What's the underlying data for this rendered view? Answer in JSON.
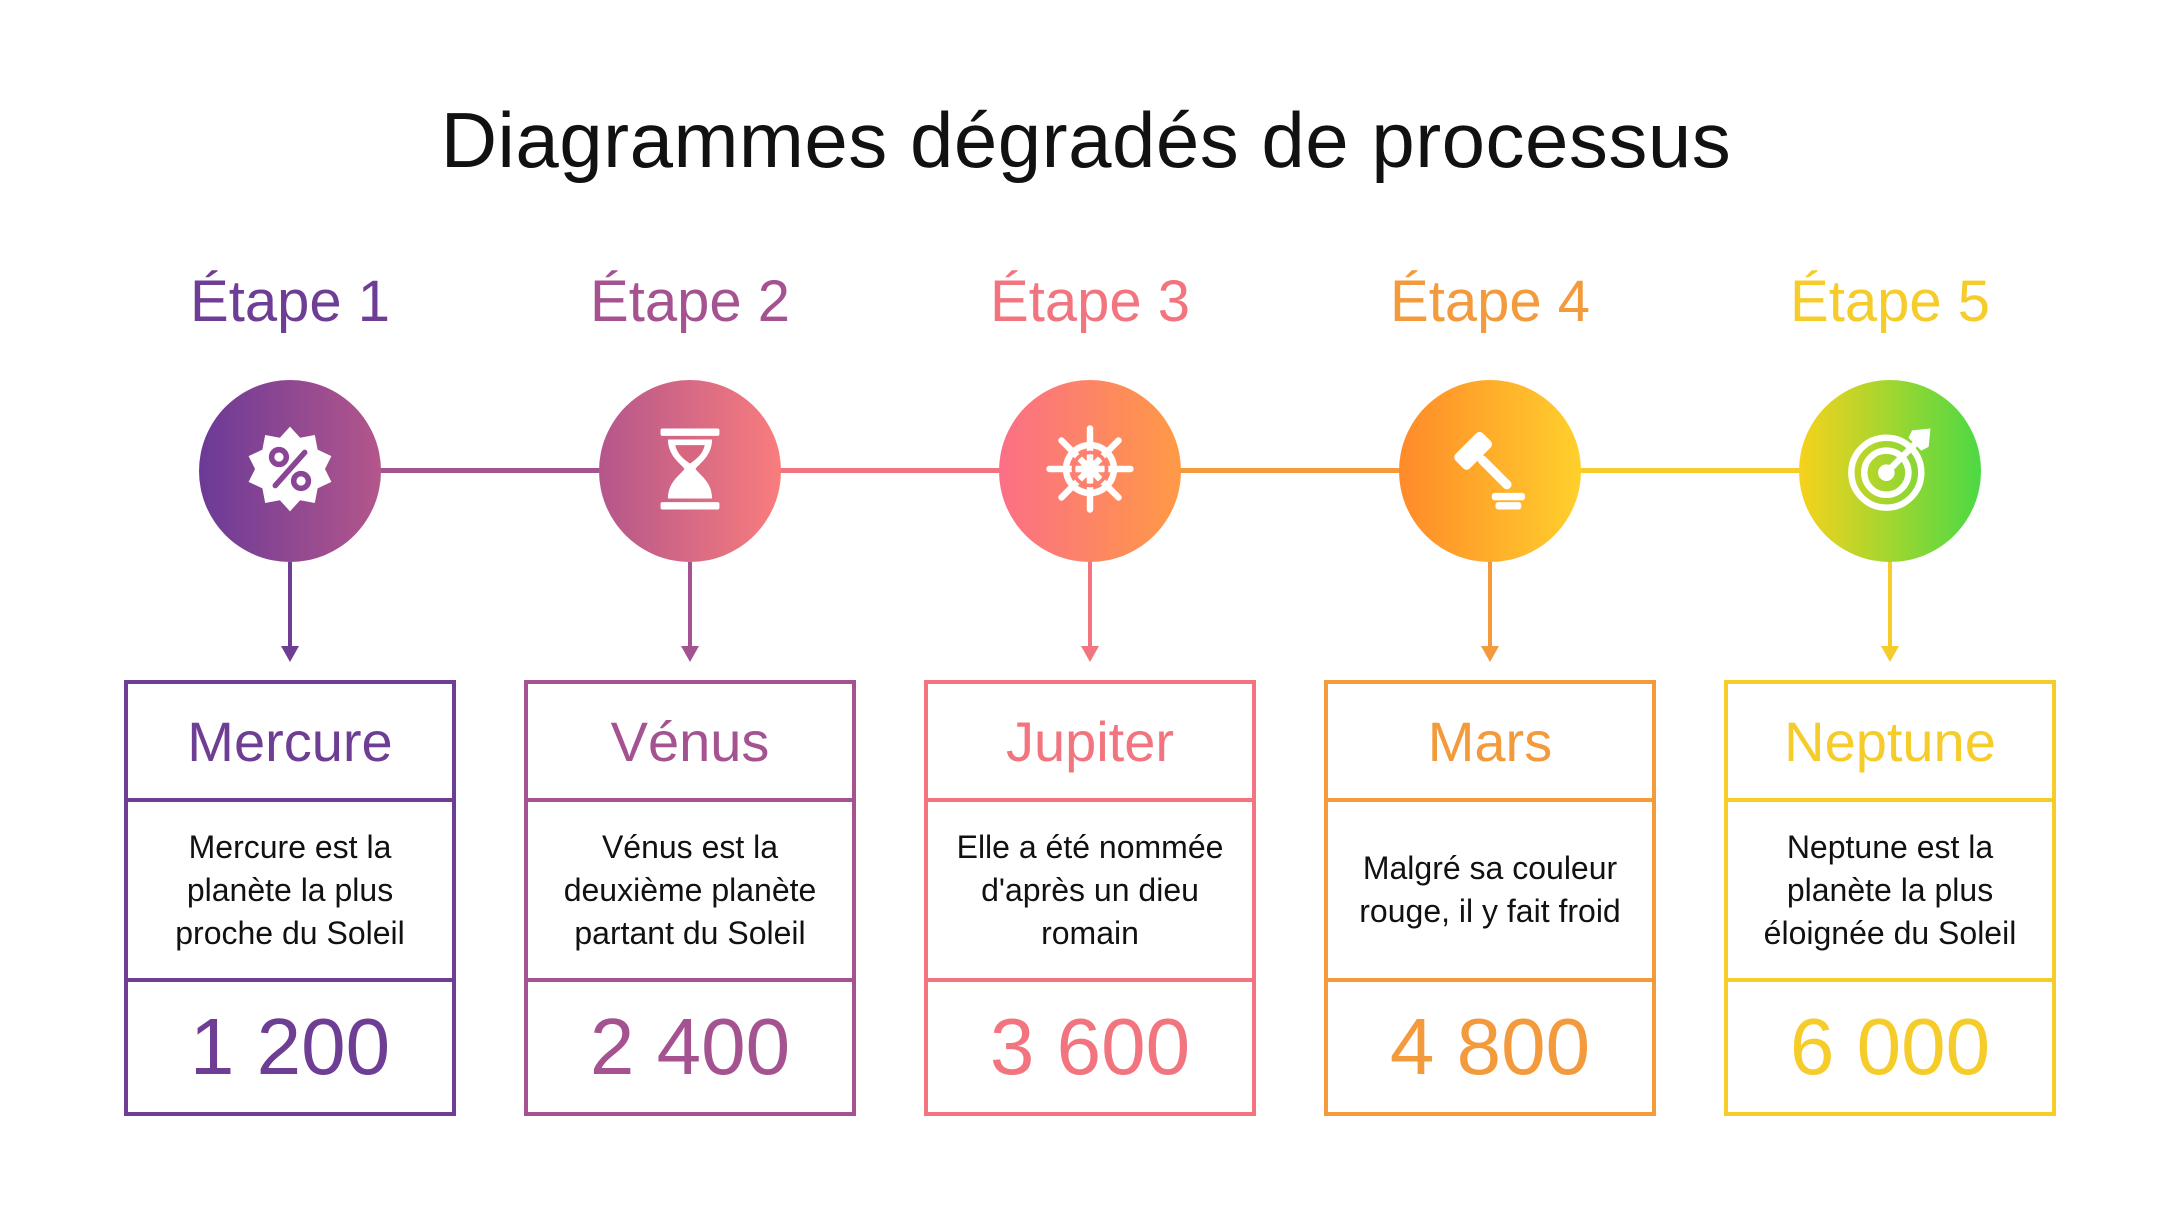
{
  "title": "Diagrammes dégradés de processus",
  "steps": [
    {
      "label": "Étape 1",
      "planet": "Mercure",
      "description": "Mercure est la planète la plus proche du Soleil",
      "value": "1 200",
      "icon": "percent-badge-icon",
      "color": "#6e3d94",
      "gradient": [
        "#6a3a97",
        "#b4568b"
      ]
    },
    {
      "label": "Étape 2",
      "planet": "Vénus",
      "description": "Vénus est la deuxième planète partant du Soleil",
      "value": "2 400",
      "icon": "hourglass-icon",
      "color": "#a55290",
      "gradient": [
        "#b4568b",
        "#f97d7d"
      ]
    },
    {
      "label": "Étape 3",
      "planet": "Jupiter",
      "description": "Elle a été nommée d'après un dieu romain",
      "value": "3 600",
      "icon": "ship-wheel-icon",
      "color": "#f2747e",
      "gradient": [
        "#fb6f86",
        "#ff9a45"
      ]
    },
    {
      "label": "Étape 4",
      "planet": "Mars",
      "description": "Malgré sa couleur rouge, il y fait froid",
      "value": "4 800",
      "icon": "gavel-icon",
      "color": "#f39a3c",
      "gradient": [
        "#ff8a2a",
        "#ffd02b"
      ]
    },
    {
      "label": "Étape 5",
      "planet": "Neptune",
      "description": "Neptune est la planète la plus éloignée du Soleil",
      "value": "6 000",
      "icon": "target-icon",
      "color": "#f5cc2a",
      "gradient": [
        "#f7d21c",
        "#4cd944"
      ]
    }
  ],
  "connector_colors": [
    "#a55290",
    "#f2747e",
    "#f39a3c",
    "#f5cc2a"
  ]
}
